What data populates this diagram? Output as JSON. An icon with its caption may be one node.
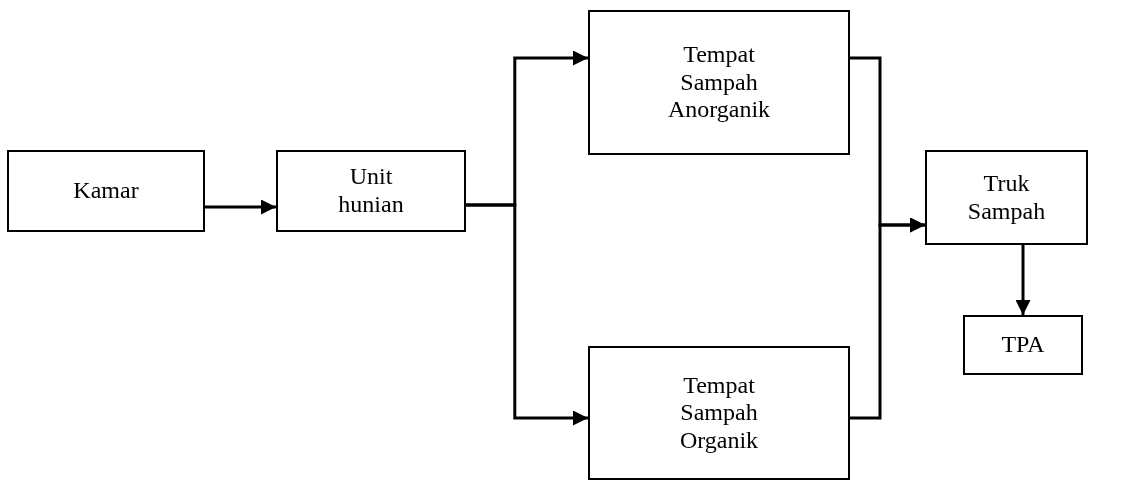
{
  "diagram": {
    "nodes": [
      {
        "text": [
          "Kamar"
        ]
      },
      {
        "text": [
          "Unit hunian"
        ]
      },
      {
        "text": [
          "Tempat Sampah Anorganik"
        ]
      },
      {
        "text": [
          "Tempat Sampah Organik"
        ]
      },
      {
        "text": [
          "Truk Sampah"
        ]
      },
      {
        "text": [
          "TPA"
        ]
      }
    ],
    "edges": [
      {
        "from": 0,
        "to": 1,
        "arrow": "to"
      },
      {
        "from": 1,
        "to": 2,
        "arrow": "to"
      },
      {
        "from": 1,
        "to": 3,
        "arrow": "to"
      },
      {
        "from": 2,
        "to": 4,
        "arrow": "to"
      },
      {
        "from": 3,
        "to": 4,
        "arrow": "to"
      },
      {
        "from": 4,
        "to": 5,
        "arrow": "to"
      }
    ]
  }
}
